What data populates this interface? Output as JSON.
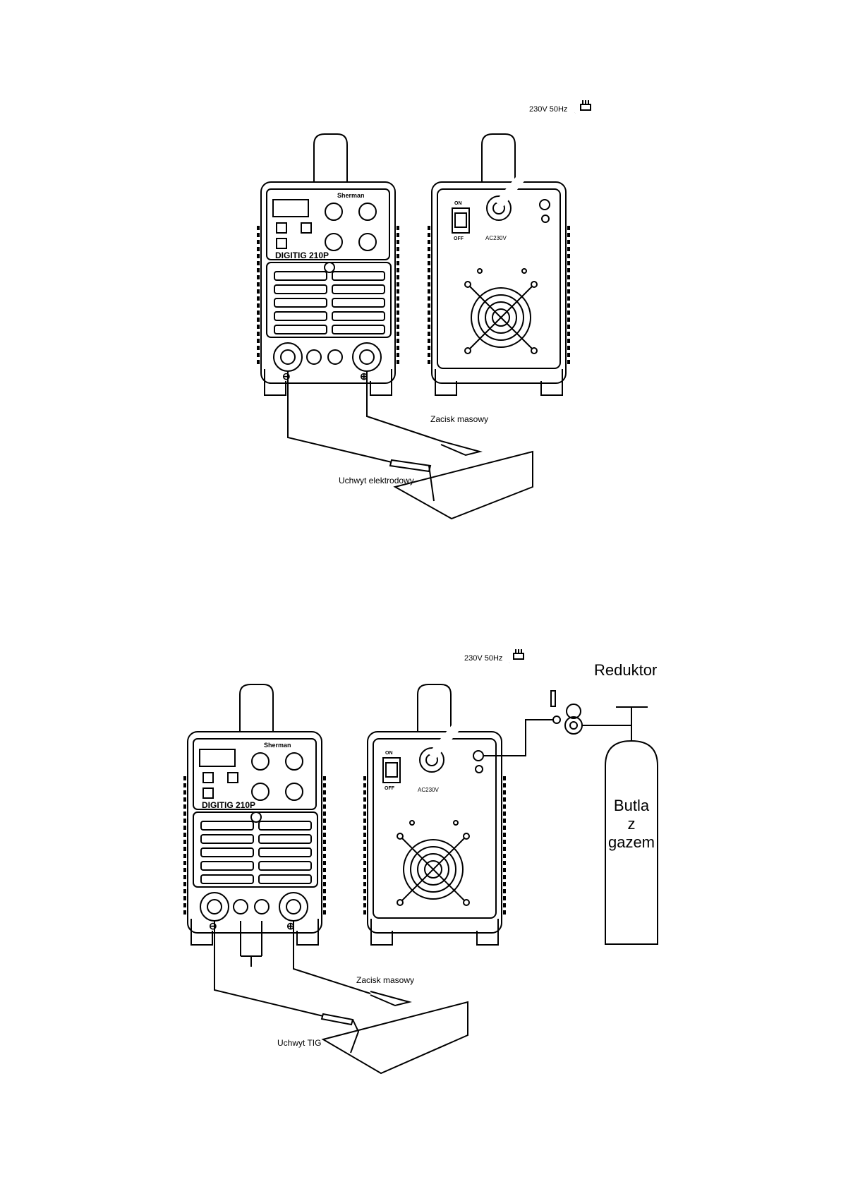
{
  "diagram1": {
    "power_label": "230V 50Hz",
    "ground_clamp_label": "Zacisk masowy",
    "holder_label": "Uchwyt elektrodowy"
  },
  "diagram2": {
    "power_label": "230V 50Hz",
    "ground_clamp_label": "Zacisk masowy",
    "holder_label": "Uchwyt  TIG",
    "reducer_label": "Reduktor",
    "cylinder_label": [
      "Butla",
      "z",
      "gazem"
    ]
  },
  "machine": {
    "brand": "Sherman",
    "model": "DIGITIG 210P",
    "rear_on": "ON",
    "rear_off": "OFF",
    "rear_voltage": "AC230V"
  }
}
